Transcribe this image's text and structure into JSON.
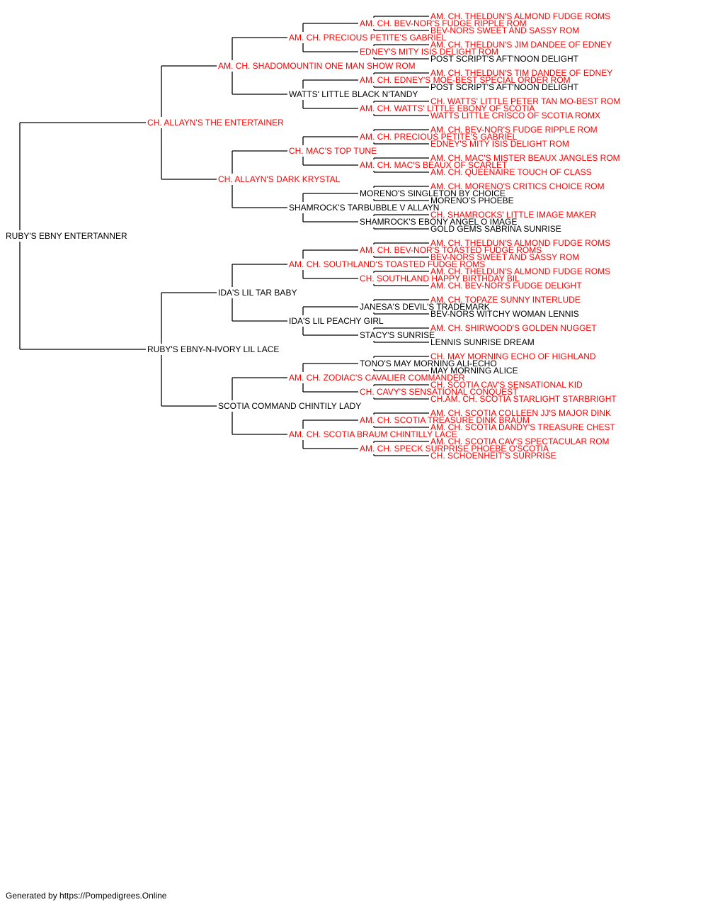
{
  "colors": {
    "champion": "#ff0000",
    "regular": "#000000",
    "line": "#000000"
  },
  "pedigree": {
    "subject": {
      "name": "RUBY'S EBNY ENTERTANNER",
      "champion": false
    },
    "sire": {
      "name": "CH. ALLAYN'S THE ENTERTAINER",
      "champion": true
    },
    "dam": {
      "name": "RUBY'S EBNY-N-IVORY LIL LACE",
      "champion": false
    },
    "generation_2": [
      {
        "name": "AM. CH. SHADOMOUNTIN ONE MAN SHOW ROM",
        "champion": true
      },
      {
        "name": "CH. ALLAYN'S DARK KRYSTAL",
        "champion": true
      },
      {
        "name": "IDA'S LIL TAR BABY",
        "champion": false
      },
      {
        "name": "SCOTIA COMMAND CHINTILY LADY",
        "champion": false
      }
    ],
    "generation_3": [
      {
        "name": "AM. CH. PRECIOUS PETITE'S GABRIEL",
        "champion": true
      },
      {
        "name": "WATTS' LITTLE BLACK N'TANDY",
        "champion": false
      },
      {
        "name": "CH. MAC'S TOP TUNE",
        "champion": true
      },
      {
        "name": "SHAMROCK'S TARBUBBLE V ALLAYN",
        "champion": false
      },
      {
        "name": "AM. CH. SOUTHLAND'S TOASTED FUDGE ROMS",
        "champion": true
      },
      {
        "name": "IDA'S LIL PEACHY GIRL",
        "champion": false
      },
      {
        "name": "AM. CH. ZODIAC'S CAVALIER COMMANDER",
        "champion": true
      },
      {
        "name": "AM. CH. SCOTIA BRAUM CHINTILLY LACE",
        "champion": true
      }
    ],
    "generation_4": [
      {
        "name": "AM. CH. BEV-NOR'S FUDGE RIPPLE ROM",
        "champion": true
      },
      {
        "name": "EDNEY'S MITY ISIS DELIGHT ROM",
        "champion": true
      },
      {
        "name": "AM. CH. EDNEY'S MOE-BEST SPECIAL ORDER ROM",
        "champion": true
      },
      {
        "name": "AM. CH. WATTS' LITTLE EBONY OF SCOTIA",
        "champion": true
      },
      {
        "name": "AM. CH. PRECIOUS PETITE'S GABRIEL",
        "champion": true
      },
      {
        "name": "AM. CH. MAC'S BEAUX OF SCARLET",
        "champion": true
      },
      {
        "name": "MORENO'S SINGLETON BY CHOICE",
        "champion": false
      },
      {
        "name": "SHAMROCK'S EBONY ANGEL O IMAGE",
        "champion": false
      },
      {
        "name": "AM. CH. BEV-NOR'S TOASTED FUDGE ROMS",
        "champion": true
      },
      {
        "name": "CH. SOUTHLAND HAPPY BIRTHDAY BIL",
        "champion": true
      },
      {
        "name": "JANESA'S DEVIL'S TRADEMARK",
        "champion": false
      },
      {
        "name": "STACY'S SUNRISE",
        "champion": false
      },
      {
        "name": "TONO'S MAY MORNING ALI-ECHO",
        "champion": false
      },
      {
        "name": "CH. CAVY'S SENSATIONAL CONQUEST",
        "champion": true
      },
      {
        "name": "AM. CH. SCOTIA TREASURE DINK BRAUM",
        "champion": true
      },
      {
        "name": "AM. CH. SPECK SURPRISE PHOEBE O'SCOTIA",
        "champion": true
      }
    ],
    "generation_5": [
      {
        "name": "AM. CH. THELDUN'S ALMOND FUDGE ROMS",
        "champion": true
      },
      {
        "name": "BEV-NORS SWEET AND SASSY ROM",
        "champion": true
      },
      {
        "name": "AM. CH. THELDUN'S JIM DANDEE OF EDNEY",
        "champion": true
      },
      {
        "name": "POST SCRIPT'S AFT'NOON DELIGHT",
        "champion": false
      },
      {
        "name": "AM. CH. THELDUN'S TIM DANDEE OF EDNEY",
        "champion": true
      },
      {
        "name": "POST SCRIPT'S AFT'NOON DELIGHT",
        "champion": false
      },
      {
        "name": "CH. WATTS' LITTLE PETER TAN MO-BEST ROM",
        "champion": true
      },
      {
        "name": "WATTS LITTLE CRISCO OF SCOTIA ROMX",
        "champion": true
      },
      {
        "name": "AM. CH. BEV-NOR'S FUDGE RIPPLE ROM",
        "champion": true
      },
      {
        "name": "EDNEY'S MITY ISIS DELIGHT ROM",
        "champion": true
      },
      {
        "name": "AM. CH. MAC'S MISTER BEAUX JANGLES ROM",
        "champion": true
      },
      {
        "name": "AM. CH. QUEENAIRE TOUCH OF CLASS",
        "champion": true
      },
      {
        "name": "AM. CH. MORENO'S CRITICS CHOICE ROM",
        "champion": true
      },
      {
        "name": "MORENO'S PHOEBE",
        "champion": false
      },
      {
        "name": "CH. SHAMROCKS' LITTLE IMAGE MAKER",
        "champion": true
      },
      {
        "name": "GOLD GEMS SABRINA SUNRISE",
        "champion": false
      },
      {
        "name": "AM. CH. THELDUN'S ALMOND FUDGE ROMS",
        "champion": true
      },
      {
        "name": "BEV-NORS SWEET AND SASSY ROM",
        "champion": true
      },
      {
        "name": "AM. CH. THELDUN'S ALMOND FUDGE ROMS",
        "champion": true
      },
      {
        "name": "AM. CH. BEV-NOR'S FUDGE DELIGHT",
        "champion": true
      },
      {
        "name": "AM. CH. TOPAZE SUNNY INTERLUDE",
        "champion": true
      },
      {
        "name": "BEV-NORS WITCHY WOMAN LENNIS",
        "champion": false
      },
      {
        "name": "AM. CH. SHIRWOOD'S GOLDEN NUGGET",
        "champion": true
      },
      {
        "name": "LENNIS SUNRISE DREAM",
        "champion": false
      },
      {
        "name": "CH. MAY MORNING ECHO OF HIGHLAND",
        "champion": true
      },
      {
        "name": "MAY MORNING ALICE",
        "champion": false
      },
      {
        "name": "CH. SCOTIA CAV'S SENSATIONAL KID",
        "champion": true
      },
      {
        "name": "CH.AM. CH. SCOTIA STARLIGHT STARBRIGHT",
        "champion": true
      },
      {
        "name": "AM. CH. SCOTIA COLLEEN JJ'S MAJOR DINK",
        "champion": true
      },
      {
        "name": "AM. CH. SCOTIA DANDY'S TREASURE CHEST",
        "champion": true
      },
      {
        "name": "AM. CH. SCOTIA CAV'S SPECTACULAR ROM",
        "champion": true
      },
      {
        "name": "CH. SCHOENHEIT'S SURPRISE",
        "champion": true
      }
    ]
  },
  "footer": {
    "text": "Generated by https://Pompedigrees.Online"
  }
}
